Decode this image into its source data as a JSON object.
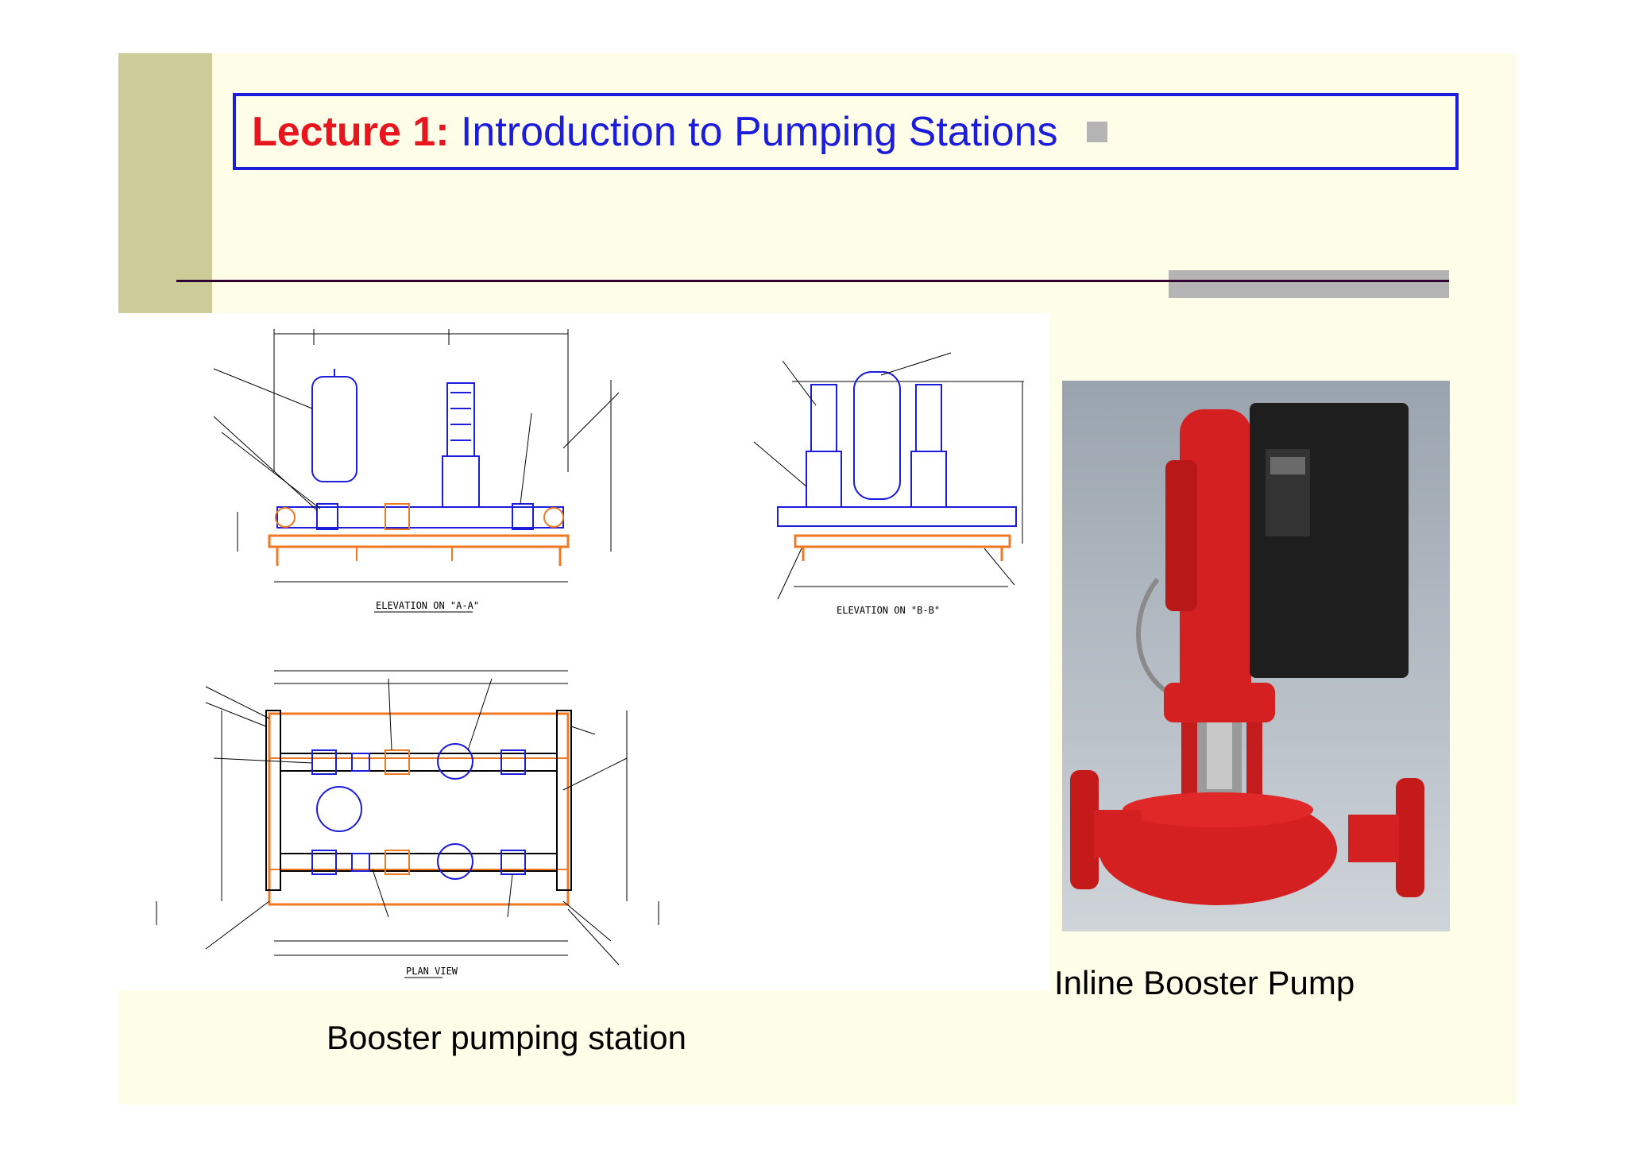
{
  "title": {
    "prefix": "Lecture 1:",
    "text": " Introduction to Pumping Stations"
  },
  "figures": {
    "drawing_caption": "Booster pumping station",
    "photo_caption": "Inline Booster Pump"
  },
  "drawing_views": {
    "elevation_a": "ELEVATION ON \"A-A\"",
    "elevation_b": "ELEVATION ON \"B-B\"",
    "plan": "PLAN VIEW"
  },
  "colors": {
    "slide_bg": "#fefee8",
    "side_bar": "#cccc99",
    "title_border": "#1c1cdc",
    "title_prefix": "#e8141e",
    "title_text": "#1c1cdc",
    "pipe_orange": "#f07820",
    "pump_blue": "#1c1cdc",
    "pump_red": "#d42020"
  }
}
